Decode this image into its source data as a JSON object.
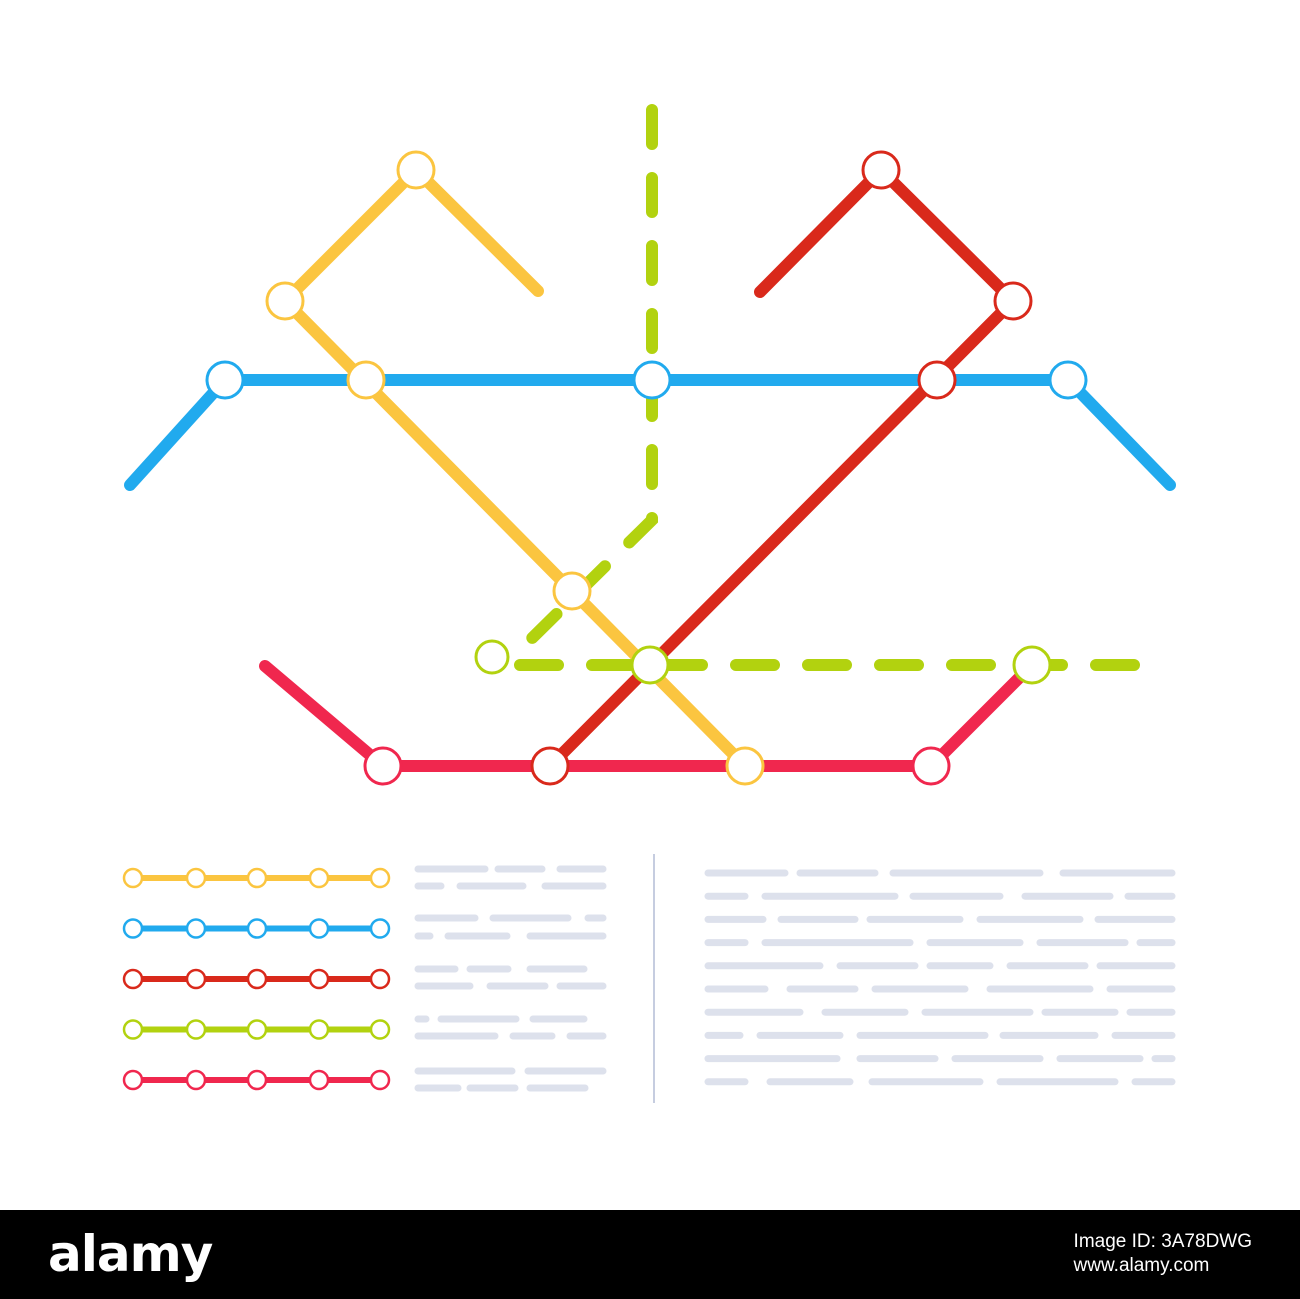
{
  "map": {
    "colors": {
      "yellow": "#FBC540",
      "blue": "#21AAEE",
      "red": "#D9291B",
      "green": "#B2D20F",
      "pink": "#F0274E",
      "placeholder_text": "#DDE1EC",
      "divider": "#C6CDE0",
      "station_fill": "#FFFFFF"
    },
    "legend": [
      "yellow-line",
      "blue-line",
      "red-line",
      "green-line",
      "pink-line"
    ]
  },
  "footer": {
    "brand": "alamy",
    "image_id_label": "Image ID: 3A78DWG",
    "site": "www.alamy.com"
  }
}
